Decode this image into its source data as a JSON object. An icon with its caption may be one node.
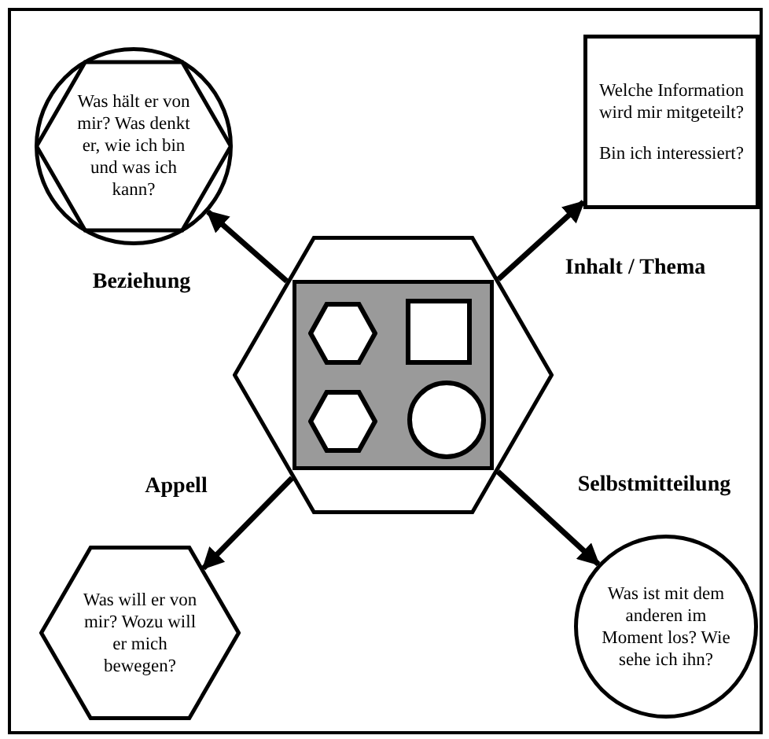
{
  "diagram": {
    "nodes": [
      {
        "text": [
          "Was hält er von mir? Was denkt er, wie ich bin und was ich kann?"
        ]
      },
      {
        "text": [
          "Welche Information wird mir mitgeteilt?",
          "Bin ich interessiert?"
        ]
      },
      {
        "text": [],
        "shape": "hexagon"
      },
      {
        "text": [],
        "shape": "box",
        "in": 2
      },
      {
        "text": [],
        "shape": "hexagon",
        "in": 3
      },
      {
        "text": [],
        "shape": "box",
        "in": 3
      },
      {
        "text": [],
        "shape": "hexagon",
        "in": 3
      },
      {
        "text": [],
        "shape": "circle",
        "in": 3
      },
      {
        "text": [
          "Was will er von mir? Wozu will er mich bewegen?"
        ]
      },
      {
        "text": [
          "Was ist mit dem anderen im Moment los? Wie sehe ich ihn?"
        ]
      }
    ],
    "edges": [
      {
        "from": 2,
        "to": 0,
        "arrow": "to",
        "label": "Beziehung"
      },
      {
        "from": 2,
        "to": 1,
        "arrow": "to",
        "label": "Inhalt / Thema"
      },
      {
        "from": 2,
        "to": 8,
        "arrow": "to",
        "label": "Appell"
      },
      {
        "from": 2,
        "to": 9,
        "arrow": "to",
        "label": "Selbstmitteilung"
      }
    ]
  }
}
